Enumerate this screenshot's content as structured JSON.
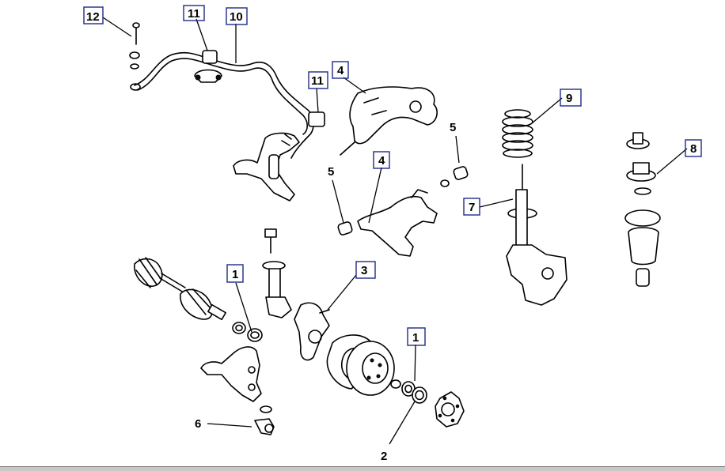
{
  "callouts": [
    {
      "id": "c12a",
      "label": "12",
      "boxed": true
    },
    {
      "id": "c11a",
      "label": "11",
      "boxed": true
    },
    {
      "id": "c10",
      "label": "10",
      "boxed": true
    },
    {
      "id": "c11b",
      "label": "11",
      "boxed": true
    },
    {
      "id": "c4a",
      "label": "4",
      "boxed": true
    },
    {
      "id": "c9",
      "label": "9",
      "boxed": true
    },
    {
      "id": "c5a",
      "label": "5",
      "boxed": false
    },
    {
      "id": "c5b",
      "label": "5",
      "boxed": false
    },
    {
      "id": "c4b",
      "label": "4",
      "boxed": true
    },
    {
      "id": "c7",
      "label": "7",
      "boxed": true
    },
    {
      "id": "c8",
      "label": "8",
      "boxed": true
    },
    {
      "id": "c1a",
      "label": "1",
      "boxed": true
    },
    {
      "id": "c3",
      "label": "3",
      "boxed": true
    },
    {
      "id": "c1b",
      "label": "1",
      "boxed": true
    },
    {
      "id": "c6",
      "label": "6",
      "boxed": false
    },
    {
      "id": "c2",
      "label": "2",
      "boxed": false
    }
  ]
}
